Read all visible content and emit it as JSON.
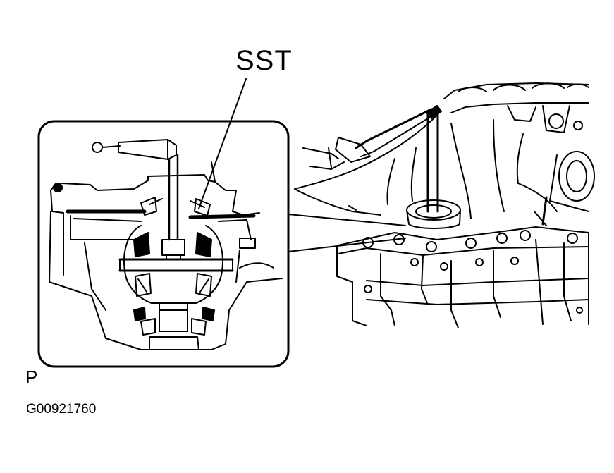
{
  "callout": {
    "tool_label": "SST"
  },
  "figure": {
    "view_letter": "P",
    "figure_code": "G00921760"
  },
  "colors": {
    "ink": "#000000",
    "paper": "#ffffff"
  },
  "icons": {
    "inset": "differential-cross-section-icon",
    "assembly": "transaxle-housing-icon"
  }
}
